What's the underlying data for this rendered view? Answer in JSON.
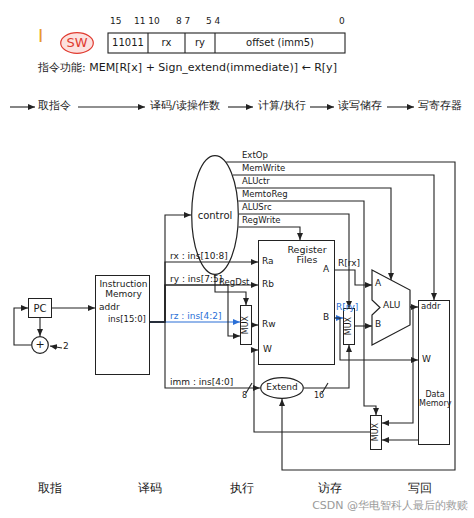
{
  "diagram": {
    "nodes": [
      {
        "text": [
          "SW"
        ]
      },
      {
        "text": [
          "PC"
        ]
      },
      {
        "text": [
          "+"
        ]
      },
      {
        "text": [
          "Instruction Memory",
          "addr",
          "ins[15:0]"
        ]
      },
      {
        "text": [
          "control"
        ]
      },
      {
        "text": [
          "Register Files",
          "Ra",
          "Rb",
          "Rw",
          "W",
          "A",
          "B"
        ]
      },
      {
        "text": [
          "MUX"
        ]
      },
      {
        "text": [
          "MUX"
        ]
      },
      {
        "text": [
          "A",
          "ALU",
          "B"
        ]
      },
      {
        "text": [
          "addr",
          "W",
          "Data Memory"
        ]
      },
      {
        "text": [
          "Extend"
        ]
      },
      {
        "text": [
          "MUX"
        ]
      }
    ],
    "edges": [
      {
        "from": 1,
        "to": 3,
        "arrow": "to"
      },
      {
        "from": 1,
        "to": 2,
        "arrow": "to"
      },
      {
        "from": 2,
        "to": 1,
        "arrow": "to"
      },
      {
        "from": 3,
        "to": 4,
        "arrow": "to"
      },
      {
        "from": 3,
        "to": 5,
        "label": "rx : ins[10:8]",
        "arrow": "to"
      },
      {
        "from": 3,
        "to": 5,
        "label": "ry : ins[7:5]",
        "arrow": "to"
      },
      {
        "from": 3,
        "to": 6,
        "label": "rz : ins[4:2]",
        "arrow": "to"
      },
      {
        "from": 3,
        "to": 6,
        "arrow": "to"
      },
      {
        "from": 3,
        "to": 10,
        "label": "imm : ins[4:0]",
        "arrow": "to"
      },
      {
        "from": 6,
        "to": 5,
        "arrow": "to"
      },
      {
        "from": 5,
        "to": 8,
        "label": "R[rx]",
        "arrow": "to"
      },
      {
        "from": 5,
        "to": 7,
        "label": "R[ry]",
        "arrow": "to"
      },
      {
        "from": 10,
        "to": 7,
        "arrow": "to"
      },
      {
        "from": 7,
        "to": 8,
        "arrow": "to"
      },
      {
        "from": 8,
        "to": 9,
        "arrow": "to"
      },
      {
        "from": 5,
        "to": 9,
        "arrow": "to"
      },
      {
        "from": 8,
        "to": 11,
        "arrow": "to"
      },
      {
        "from": 9,
        "to": 11,
        "arrow": "to"
      },
      {
        "from": 11,
        "to": 5,
        "arrow": "to"
      },
      {
        "from": 4,
        "to": 10,
        "label": "ExtOp",
        "arrow": "to"
      },
      {
        "from": 4,
        "to": 9,
        "label": "MemWrite",
        "arrow": "to"
      },
      {
        "from": 4,
        "to": 8,
        "label": "ALUctr",
        "arrow": "to"
      },
      {
        "from": 4,
        "to": 11,
        "label": "MemtoReg",
        "arrow": "to"
      },
      {
        "from": 4,
        "to": 7,
        "label": "ALUSrc",
        "arrow": "to"
      },
      {
        "from": 4,
        "to": 5,
        "label": "RegWrite",
        "arrow": "to"
      },
      {
        "from": 4,
        "to": 6,
        "label": "RegDst",
        "arrow": "to"
      }
    ],
    "labels": [
      "I",
      "15",
      "11 10",
      "8 7",
      "5 4",
      "0",
      "11011",
      "rx",
      "ry",
      "offset (imm5)",
      "指令功能: MEM[R[x] + Sign_extend(immediate)] ← R[y]",
      "取指令",
      "译码/读操作数",
      "计算/执行",
      "读写储存",
      "写寄存器",
      "2",
      "8",
      "16",
      "取指",
      "译码",
      "执行",
      "访存",
      "写回",
      "CSDN @华电智科人最后的救赎"
    ]
  }
}
